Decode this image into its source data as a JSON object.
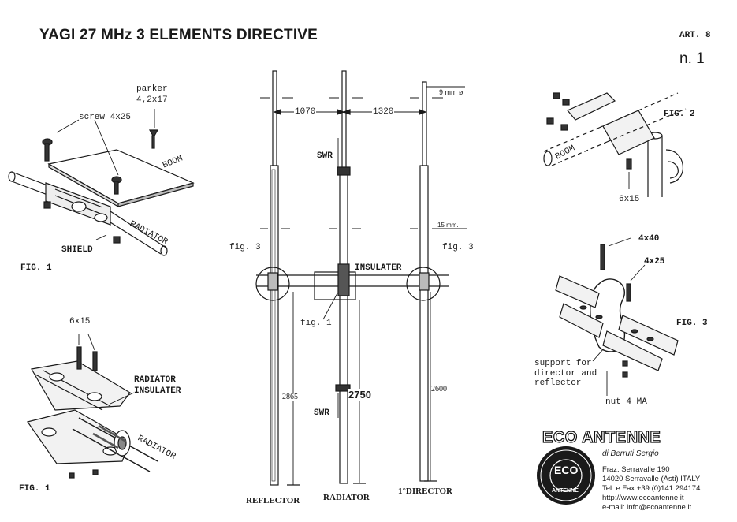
{
  "header": {
    "title": "YAGI 27 MHz 3 ELEMENTS DIRECTIVE",
    "art": "ART. 8",
    "page": "n. 1"
  },
  "fig1_top": {
    "parker_label": "parker",
    "parker_size": "4,2x17",
    "screw": "screw 4x25",
    "boom": "BOOM",
    "radiator": "RADIATOR",
    "shield": "SHIELD",
    "caption": "FIG. 1"
  },
  "fig1_bottom": {
    "screw_size": "6x15",
    "radiator_label": "RADIATOR",
    "insulater_label": "INSULATER",
    "radiator": "RADIATOR",
    "caption": "FIG. 1"
  },
  "center": {
    "dim_1070": "1070",
    "dim_1320": "1320",
    "dim_9mm": "9 mm ø",
    "swr_top": "SWR",
    "dim_15mm": "15 mm.",
    "fig3_left": "fig. 3",
    "fig3_right": "fig. 3",
    "insulater": "INSULATER",
    "fig1": "fig. 1",
    "len_reflector": "2865",
    "len_radiator": "2750",
    "len_director": "2600",
    "swr_bottom": "SWR",
    "reflector": "REFLECTOR",
    "radiator": "RADIATOR",
    "director": "1°DIRECTOR"
  },
  "fig2": {
    "caption": "FIG. 2",
    "boom": "BOOM",
    "screw": "6x15"
  },
  "fig3": {
    "screw_a": "4x40",
    "screw_b": "4x25",
    "caption": "FIG. 3",
    "support_l1": "support for",
    "support_l2": "director and",
    "support_l3": "reflector",
    "nut": "nut 4 MA"
  },
  "company": {
    "name": "ECO ANTENNE",
    "owner": "di Berruti Sergio",
    "logo_top": "ECO",
    "logo_bottom": "ANTENNE",
    "address1": "Fraz. Serravalle 190",
    "address2": "14020 Serravalle (Asti) ITALY",
    "phone": "Tel. e Fax +39 (0)141 294174",
    "web": "http://www.ecoantenne.it",
    "email": "e-mail: info@ecoantenne.it"
  }
}
